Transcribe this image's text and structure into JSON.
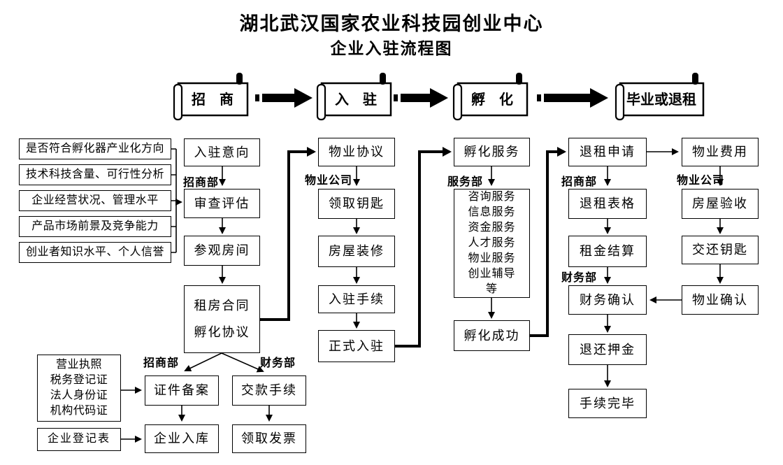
{
  "title": {
    "line1": "湖北武汉国家农业科技园创业中心",
    "line2": "企业入驻流程图"
  },
  "stages": [
    "招　商",
    "入　驻",
    "孵　化",
    "毕业或退租"
  ],
  "flow": {
    "criteria": [
      "是否符合孵化器产业化方向",
      "技术科技含量、可行性分析",
      "企业经营状况、管理水平",
      "产品市场前景及竞争能力",
      "创业者知识水平、个人信誉"
    ],
    "depts": {
      "b": "招商部",
      "c": "物业公司",
      "d": "服务部",
      "e1": "招商部",
      "e2": "财务部",
      "f": "物业公司",
      "reg1": "招商部",
      "reg2": "财务部"
    },
    "colB": {
      "items": [
        "入驻意向",
        "审查评估",
        "参观房间"
      ],
      "contract": {
        "l1": "租房合同",
        "l2": "孵化协议"
      }
    },
    "colC": {
      "items": [
        "物业协议",
        "领取钥匙",
        "房屋装修",
        "入驻手续",
        "正式入驻"
      ]
    },
    "colD": {
      "top": "孵化服务",
      "services": [
        "咨询服务",
        "信息服务",
        "资金服务",
        "人才服务",
        "物业服务",
        "创业辅导",
        "等"
      ],
      "bottom": "孵化成功"
    },
    "colE": {
      "items": [
        "退租申请",
        "退租表格",
        "租金结算",
        "财务确认",
        "退还押金",
        "手续完毕"
      ]
    },
    "colF": {
      "items": [
        "物业费用",
        "房屋验收",
        "交还钥匙",
        "物业确认"
      ]
    },
    "reg": {
      "docs": [
        "营业执照",
        "税务登记证",
        "法人身份证",
        "机构代码证"
      ],
      "form": "企业登记表",
      "items": [
        "证件备案",
        "企业入库",
        "交款手续",
        "领取发票"
      ]
    }
  },
  "colors": {
    "line": "#000000",
    "background": "#ffffff"
  }
}
